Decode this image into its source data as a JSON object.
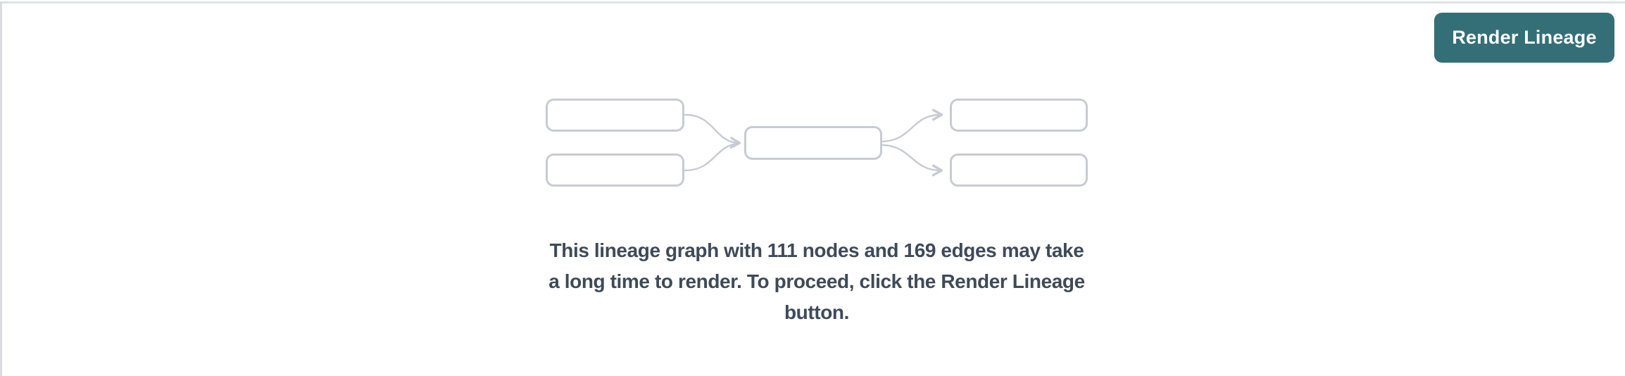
{
  "page": {
    "background_color": "#FFFFFF",
    "top_border_color": "#DFE0E3",
    "left_border_color": "#DADBDE"
  },
  "toolbar": {
    "render_button_label": "Render Lineage",
    "render_button_color": "#346F77",
    "render_button_text_color": "#FFFFFF"
  },
  "placeholder": {
    "graphic": {
      "description": "skeleton lineage graph, 2 source nodes into 1 center node into 2 target nodes",
      "node_fill": "#FFFFFF",
      "node_border_color": "#C7CBD3",
      "edge_color": "#C7CBD3"
    },
    "message_color": "#3F4A59",
    "message_lines": [
      "This lineage graph with 111 nodes and 169 edges may take",
      "a long time to render. To proceed, click the Render Lineage",
      "button."
    ]
  }
}
